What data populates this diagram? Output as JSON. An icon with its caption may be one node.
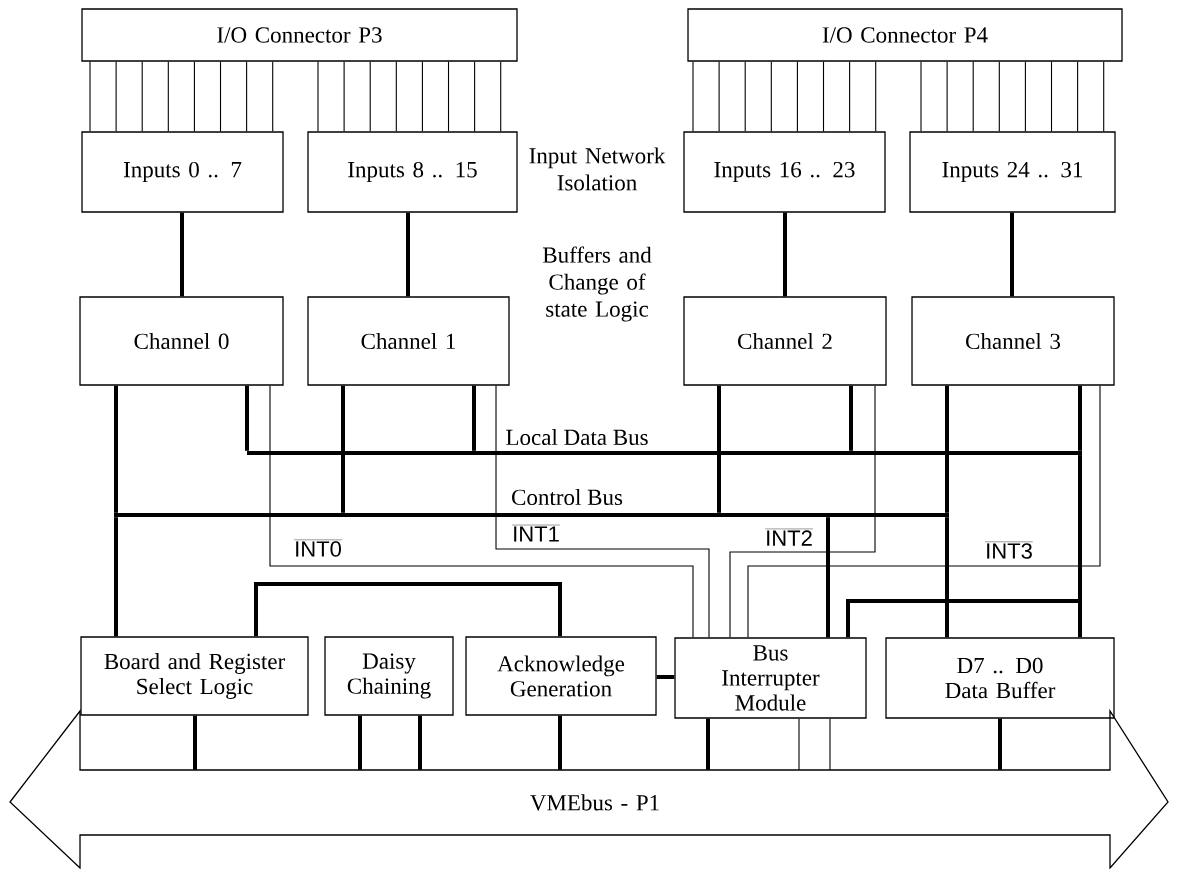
{
  "diagram": {
    "nodes": [
      {
        "text": [
          "I/O Connector P3"
        ]
      },
      {
        "text": [
          "I/O Connector P4"
        ]
      },
      {
        "text": [
          "Inputs 0 .. 7"
        ]
      },
      {
        "text": [
          "Inputs 8 .. 15"
        ]
      },
      {
        "text": [
          "Inputs 16 .. 23"
        ]
      },
      {
        "text": [
          "Inputs 24 .. 31"
        ]
      },
      {
        "text": [
          "Channel 0"
        ]
      },
      {
        "text": [
          "Channel 1"
        ]
      },
      {
        "text": [
          "Channel 2"
        ]
      },
      {
        "text": [
          "Channel 3"
        ]
      },
      {
        "text": [],
        "shape": "bar",
        "beside": [
          "Local Data Bus"
        ]
      },
      {
        "text": [],
        "shape": "bar",
        "beside": [
          "Control Bus"
        ]
      },
      {
        "text": [
          "Board and Register Select Logic"
        ]
      },
      {
        "text": [
          "Daisy Chaining"
        ]
      },
      {
        "text": [
          "Acknowledge Generation"
        ]
      },
      {
        "text": [
          "Bus Interrupter Module"
        ]
      },
      {
        "text": [
          "D7 .. D0 Data Buffer"
        ]
      },
      {
        "text": [
          "VMEbus - P1"
        ]
      }
    ],
    "edges": [
      {
        "from": 0,
        "to": 2,
        "arrow": "none"
      },
      {
        "from": 0,
        "to": 2,
        "arrow": "none"
      },
      {
        "from": 0,
        "to": 2,
        "arrow": "none"
      },
      {
        "from": 0,
        "to": 2,
        "arrow": "none"
      },
      {
        "from": 0,
        "to": 2,
        "arrow": "none"
      },
      {
        "from": 0,
        "to": 2,
        "arrow": "none"
      },
      {
        "from": 0,
        "to": 2,
        "arrow": "none"
      },
      {
        "from": 0,
        "to": 2,
        "arrow": "none"
      },
      {
        "from": 0,
        "to": 3,
        "arrow": "none"
      },
      {
        "from": 0,
        "to": 3,
        "arrow": "none"
      },
      {
        "from": 0,
        "to": 3,
        "arrow": "none"
      },
      {
        "from": 0,
        "to": 3,
        "arrow": "none"
      },
      {
        "from": 0,
        "to": 3,
        "arrow": "none"
      },
      {
        "from": 0,
        "to": 3,
        "arrow": "none"
      },
      {
        "from": 0,
        "to": 3,
        "arrow": "none"
      },
      {
        "from": 0,
        "to": 3,
        "arrow": "none"
      },
      {
        "from": 1,
        "to": 4,
        "arrow": "none"
      },
      {
        "from": 1,
        "to": 4,
        "arrow": "none"
      },
      {
        "from": 1,
        "to": 4,
        "arrow": "none"
      },
      {
        "from": 1,
        "to": 4,
        "arrow": "none"
      },
      {
        "from": 1,
        "to": 4,
        "arrow": "none"
      },
      {
        "from": 1,
        "to": 4,
        "arrow": "none"
      },
      {
        "from": 1,
        "to": 4,
        "arrow": "none"
      },
      {
        "from": 1,
        "to": 4,
        "arrow": "none"
      },
      {
        "from": 1,
        "to": 5,
        "arrow": "none"
      },
      {
        "from": 1,
        "to": 5,
        "arrow": "none"
      },
      {
        "from": 1,
        "to": 5,
        "arrow": "none"
      },
      {
        "from": 1,
        "to": 5,
        "arrow": "none"
      },
      {
        "from": 1,
        "to": 5,
        "arrow": "none"
      },
      {
        "from": 1,
        "to": 5,
        "arrow": "none"
      },
      {
        "from": 1,
        "to": 5,
        "arrow": "none"
      },
      {
        "from": 1,
        "to": 5,
        "arrow": "none"
      },
      {
        "from": 2,
        "to": 6,
        "arrow": "none",
        "style": "thick"
      },
      {
        "from": 3,
        "to": 7,
        "arrow": "none",
        "style": "thick"
      },
      {
        "from": 4,
        "to": 8,
        "arrow": "none",
        "style": "thick"
      },
      {
        "from": 5,
        "to": 9,
        "arrow": "none",
        "style": "thick"
      },
      {
        "from": 6,
        "to": 11,
        "arrow": "none",
        "style": "thick"
      },
      {
        "from": 11,
        "to": 12,
        "arrow": "none",
        "style": "thick"
      },
      {
        "from": 6,
        "to": 10,
        "arrow": "none",
        "style": "thick"
      },
      {
        "from": 6,
        "to": 15,
        "arrow": "none",
        "label": "INT0"
      },
      {
        "from": 7,
        "to": 11,
        "arrow": "none",
        "style": "thick"
      },
      {
        "from": 7,
        "to": 10,
        "arrow": "none",
        "style": "thick"
      },
      {
        "from": 7,
        "to": 15,
        "arrow": "none",
        "label": "INT1"
      },
      {
        "from": 8,
        "to": 11,
        "arrow": "none",
        "style": "thick"
      },
      {
        "from": 8,
        "to": 10,
        "arrow": "none",
        "style": "thick"
      },
      {
        "from": 8,
        "to": 15,
        "arrow": "none",
        "label": "INT2"
      },
      {
        "from": 9,
        "to": 11,
        "arrow": "none",
        "style": "thick"
      },
      {
        "from": 11,
        "to": 16,
        "arrow": "none",
        "style": "thick"
      },
      {
        "from": 9,
        "to": 10,
        "arrow": "none",
        "style": "thick"
      },
      {
        "from": 10,
        "to": 16,
        "arrow": "none",
        "style": "thick"
      },
      {
        "from": 10,
        "to": 15,
        "arrow": "none",
        "style": "thick"
      },
      {
        "from": 9,
        "to": 15,
        "arrow": "none",
        "label": "INT3"
      },
      {
        "from": 11,
        "to": 15,
        "arrow": "none",
        "style": "thick"
      },
      {
        "from": 12,
        "to": 14,
        "arrow": "none",
        "style": "thick"
      },
      {
        "from": 14,
        "to": 15,
        "arrow": "none",
        "style": "thick"
      },
      {
        "from": 12,
        "to": 17,
        "arrow": "none",
        "style": "thick"
      },
      {
        "from": 13,
        "to": 17,
        "arrow": "none",
        "style": "thick"
      },
      {
        "from": 13,
        "to": 17,
        "arrow": "none",
        "style": "thick"
      },
      {
        "from": 14,
        "to": 17,
        "arrow": "none",
        "style": "thick"
      },
      {
        "from": 15,
        "to": 17,
        "arrow": "none",
        "style": "thick"
      },
      {
        "from": 15,
        "to": 17,
        "arrow": "none"
      },
      {
        "from": 15,
        "to": 17,
        "arrow": "none"
      },
      {
        "from": 16,
        "to": 17,
        "arrow": "none",
        "style": "thick"
      }
    ],
    "labels": [
      "Input Network Isolation",
      "Buffers and Change of state Logic"
    ]
  }
}
